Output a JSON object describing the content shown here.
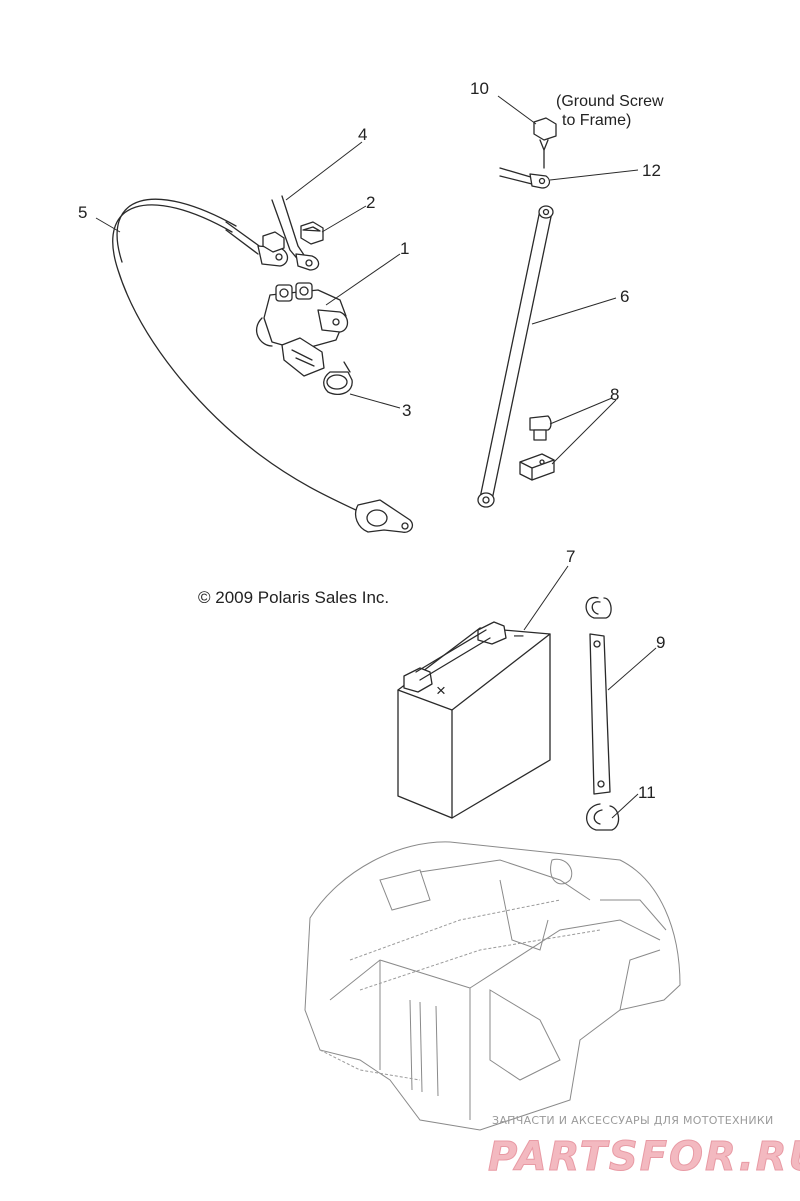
{
  "callouts": {
    "c1": "1",
    "c2": "2",
    "c3": "3",
    "c4": "4",
    "c5": "5",
    "c6": "6",
    "c7": "7",
    "c8": "8",
    "c9": "9",
    "c10": "10",
    "c11": "11",
    "c12": "12"
  },
  "ground_note": {
    "line1": "(Ground Screw",
    "line2": "to Frame)"
  },
  "battery": {
    "negative": "–",
    "positive": "×"
  },
  "copyright": "© 2009 Polaris Sales Inc.",
  "watermark": {
    "tagline": "ЗАПЧАСТИ И АКСЕССУАРЫ ДЛЯ МОТОТЕХНИКИ",
    "brand": "PARTSFOR.RU"
  }
}
